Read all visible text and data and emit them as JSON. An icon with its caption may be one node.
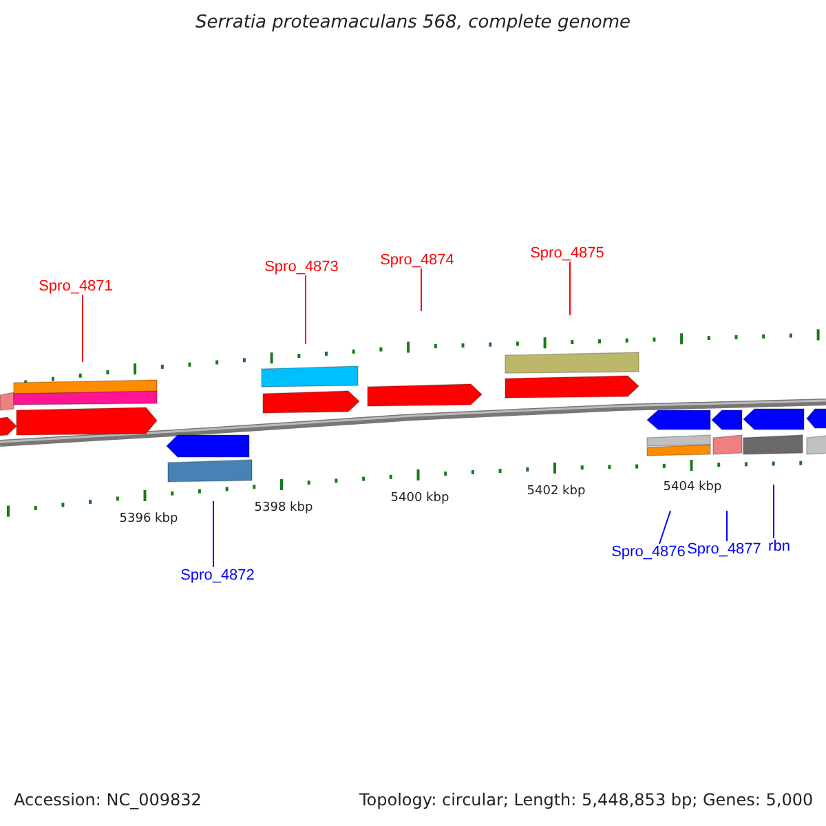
{
  "diagram": {
    "title": "Serratia proteamaculans 568, complete genome",
    "nodes": [
      {
        "text": [
          "Spro_4871"
        ]
      },
      {
        "text": [
          "Spro_4872"
        ]
      },
      {
        "text": [
          "Spro_4873"
        ]
      },
      {
        "text": [
          "Spro_4874"
        ]
      },
      {
        "text": [
          "Spro_4875"
        ]
      },
      {
        "text": [
          "Spro_4876"
        ]
      },
      {
        "text": [
          "Spro_4877"
        ]
      },
      {
        "text": [
          "rbn"
        ]
      }
    ],
    "edges": [
      {
        "from": 0,
        "to": null,
        "arrow": "none"
      },
      {
        "from": 1,
        "to": null,
        "arrow": "none",
        "color": "#0000ff"
      },
      {
        "from": 2,
        "to": null,
        "arrow": "none"
      },
      {
        "from": 3,
        "to": null,
        "arrow": "none"
      },
      {
        "from": 4,
        "to": null,
        "arrow": "none"
      },
      {
        "from": 5,
        "to": null,
        "arrow": "none",
        "color": "#0000ff"
      },
      {
        "from": 6,
        "to": null,
        "arrow": "none",
        "color": "#0000ff"
      },
      {
        "from": 7,
        "to": null,
        "arrow": "none",
        "color": "#0000ff"
      }
    ],
    "labels": [
      "5396 kbp",
      "5398 kbp",
      "5400 kbp",
      "5402 kbp",
      "5404 kbp",
      "Accession: NC_009832",
      "Topology: circular; Length: 5,448,853 bp; Genes: 5,000"
    ]
  }
}
